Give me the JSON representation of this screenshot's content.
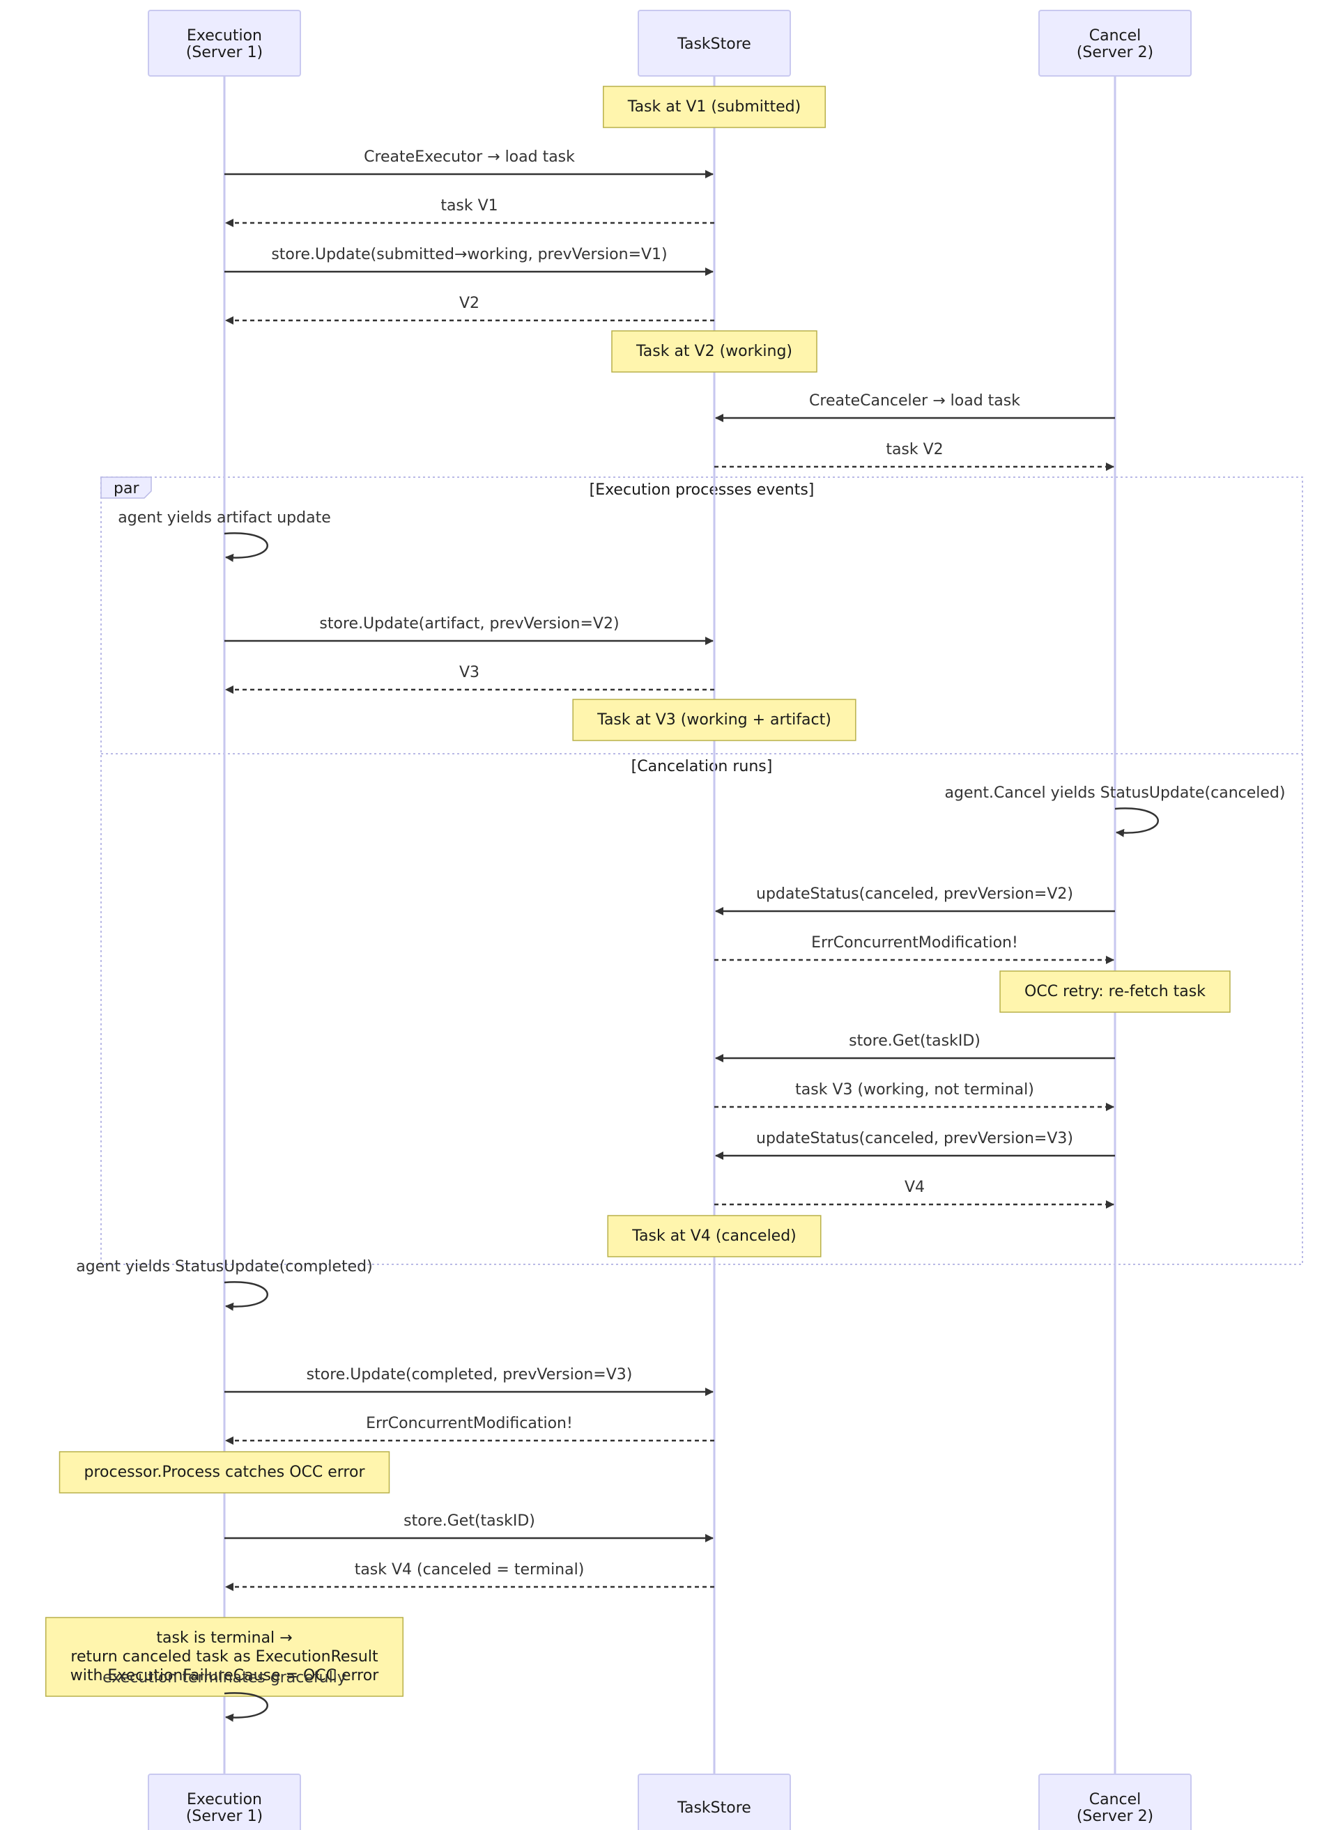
{
  "actors": [
    {
      "id": "exec",
      "lines": [
        "Execution",
        "(Server 1)"
      ]
    },
    {
      "id": "store",
      "lines": [
        "TaskStore"
      ]
    },
    {
      "id": "cancel",
      "lines": [
        "Cancel",
        "(Server 2)"
      ]
    }
  ],
  "par": {
    "label": "par",
    "sections": [
      "[Execution processes events]",
      "[Cancelation runs]"
    ]
  },
  "steps": [
    {
      "kind": "note",
      "over": "store",
      "lines": [
        "Task at V1 (submitted)"
      ]
    },
    {
      "kind": "msg",
      "from": "exec",
      "to": "store",
      "style": "solid",
      "text": "CreateExecutor → load task"
    },
    {
      "kind": "msg",
      "from": "store",
      "to": "exec",
      "style": "dashed",
      "text": "task V1"
    },
    {
      "kind": "msg",
      "from": "exec",
      "to": "store",
      "style": "solid",
      "text": "store.Update(submitted→working, prevVersion=V1)"
    },
    {
      "kind": "msg",
      "from": "store",
      "to": "exec",
      "style": "dashed",
      "text": "V2"
    },
    {
      "kind": "note",
      "over": "store",
      "lines": [
        "Task at V2 (working)"
      ]
    },
    {
      "kind": "msg",
      "from": "cancel",
      "to": "store",
      "style": "solid",
      "text": "CreateCanceler → load task"
    },
    {
      "kind": "msg",
      "from": "store",
      "to": "cancel",
      "style": "dashed",
      "text": "task V2"
    },
    {
      "kind": "self",
      "actor": "exec",
      "text": "agent yields artifact update"
    },
    {
      "kind": "msg",
      "from": "exec",
      "to": "store",
      "style": "solid",
      "text": "store.Update(artifact, prevVersion=V2)"
    },
    {
      "kind": "msg",
      "from": "store",
      "to": "exec",
      "style": "dashed",
      "text": "V3"
    },
    {
      "kind": "note",
      "over": "store",
      "lines": [
        "Task at V3 (working + artifact)"
      ]
    },
    {
      "kind": "self",
      "actor": "cancel",
      "text": "agent.Cancel yields StatusUpdate(canceled)"
    },
    {
      "kind": "msg",
      "from": "cancel",
      "to": "store",
      "style": "solid",
      "text": "updateStatus(canceled, prevVersion=V2)"
    },
    {
      "kind": "msg",
      "from": "store",
      "to": "cancel",
      "style": "dashed",
      "text": "ErrConcurrentModification!"
    },
    {
      "kind": "note",
      "over": "cancel",
      "lines": [
        "OCC retry: re-fetch task"
      ]
    },
    {
      "kind": "msg",
      "from": "cancel",
      "to": "store",
      "style": "solid",
      "text": "store.Get(taskID)"
    },
    {
      "kind": "msg",
      "from": "store",
      "to": "cancel",
      "style": "dashed",
      "text": "task V3 (working, not terminal)"
    },
    {
      "kind": "msg",
      "from": "cancel",
      "to": "store",
      "style": "solid",
      "text": "updateStatus(canceled, prevVersion=V3)"
    },
    {
      "kind": "msg",
      "from": "store",
      "to": "cancel",
      "style": "dashed",
      "text": "V4"
    },
    {
      "kind": "note",
      "over": "store",
      "lines": [
        "Task at V4 (canceled)"
      ]
    },
    {
      "kind": "self",
      "actor": "exec",
      "text": "agent yields StatusUpdate(completed)"
    },
    {
      "kind": "msg",
      "from": "exec",
      "to": "store",
      "style": "solid",
      "text": "store.Update(completed, prevVersion=V3)"
    },
    {
      "kind": "msg",
      "from": "store",
      "to": "exec",
      "style": "dashed",
      "text": "ErrConcurrentModification!"
    },
    {
      "kind": "note",
      "over": "exec",
      "lines": [
        "processor.Process catches OCC error"
      ]
    },
    {
      "kind": "msg",
      "from": "exec",
      "to": "store",
      "style": "solid",
      "text": "store.Get(taskID)"
    },
    {
      "kind": "msg",
      "from": "store",
      "to": "exec",
      "style": "dashed",
      "text": "task V4 (canceled = terminal)"
    },
    {
      "kind": "note",
      "over": "exec",
      "lines": [
        "task is terminal →",
        "return canceled task as ExecutionResult",
        "with ExecutionFailureCause = OCC error"
      ]
    },
    {
      "kind": "self",
      "actor": "exec",
      "text": "execution terminates gracefully"
    }
  ]
}
